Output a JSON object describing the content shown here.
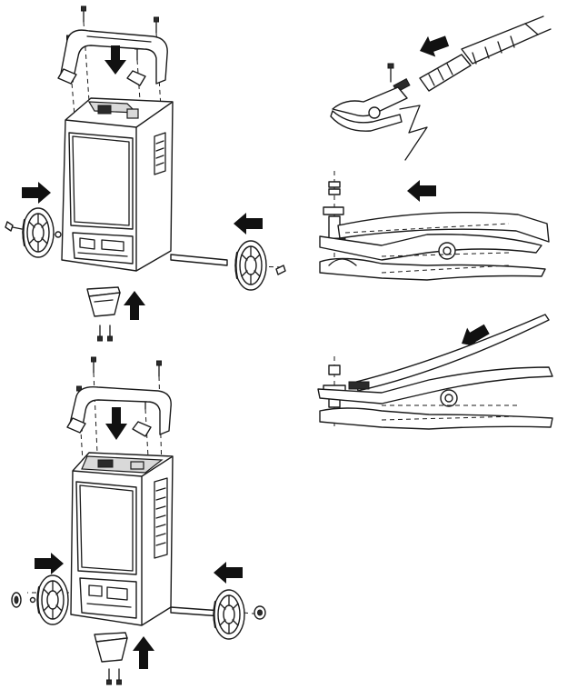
{
  "figure": {
    "panels": [
      "charger-assembly-top",
      "charger-assembly-bottom",
      "clamp-step-1",
      "clamp-step-2",
      "clamp-step-3"
    ]
  },
  "colors": {
    "line": "#1a1a1a",
    "arrow": "#111111",
    "light_fill": "#d9d9d9",
    "dark_fill": "#2b2b2b",
    "background": "#ffffff"
  },
  "icons": [
    "direction-arrow",
    "screw",
    "wheel",
    "handle",
    "foot",
    "clamp",
    "cable"
  ]
}
